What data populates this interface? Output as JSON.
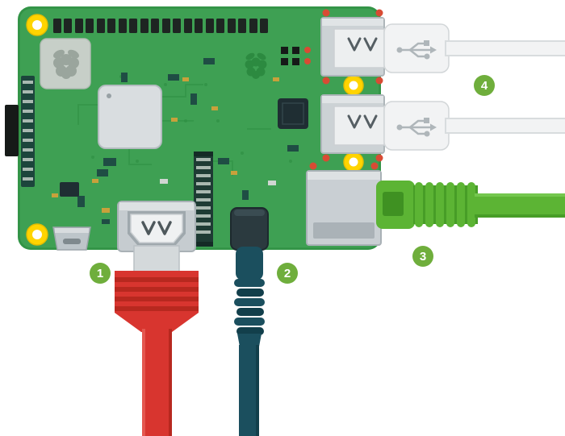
{
  "diagram": {
    "subject": "raspberry-pi-board-connections",
    "callouts": [
      {
        "number": "1",
        "target": "hdmi-cable"
      },
      {
        "number": "2",
        "target": "av-cable"
      },
      {
        "number": "3",
        "target": "ethernet-cable"
      },
      {
        "number": "4",
        "target": "usb-cable"
      }
    ],
    "colors": {
      "board": "#3EA053",
      "board_accent": "#2F9044",
      "hdmi_cable": "#D8352F",
      "hdmi_cable_dark": "#B7281F",
      "av_cable": "#1B4F5E",
      "av_cable_dark": "#123F4B",
      "ethernet_cable": "#5CB434",
      "ethernet_cable_dark": "#479D27",
      "usb_cable": "#F2F3F4",
      "metal_port": "#CCD2D5",
      "badge": "#6FAE3C",
      "mount_hole": "#FFD400",
      "solder_pad": "#D84B34"
    }
  }
}
